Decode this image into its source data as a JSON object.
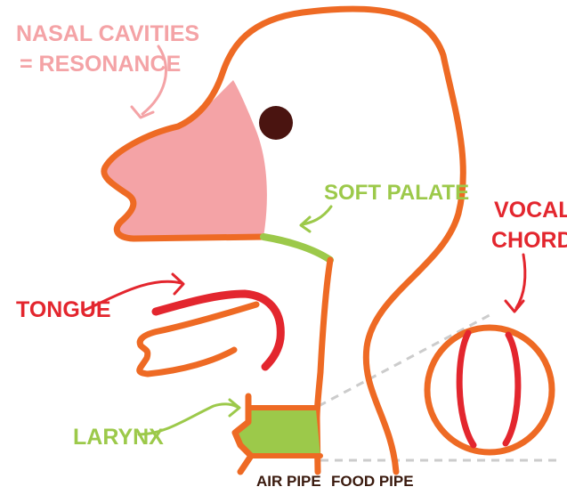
{
  "labels": {
    "nasal_cavities_line1": "NASAL CAVITIES",
    "nasal_cavities_line2": "= RESONANCE",
    "soft_palate": "SOFT PALATE",
    "tongue": "TONGUE",
    "larynx": "LARYNX",
    "vocal_chords_line1": "VOCAL",
    "vocal_chords_line2": "CHORDS",
    "air_pipe": "AIR PIPE",
    "food_pipe": "FOOD PIPE"
  },
  "colors": {
    "outline": "#ee6a24",
    "nasal_fill": "#f4a3a6",
    "nasal_text": "#f4a3a6",
    "green": "#9cc94a",
    "red": "#e3262e",
    "eye": "#4a1410",
    "dark_text": "#3a1a0e",
    "dashed": "#cccccc"
  }
}
